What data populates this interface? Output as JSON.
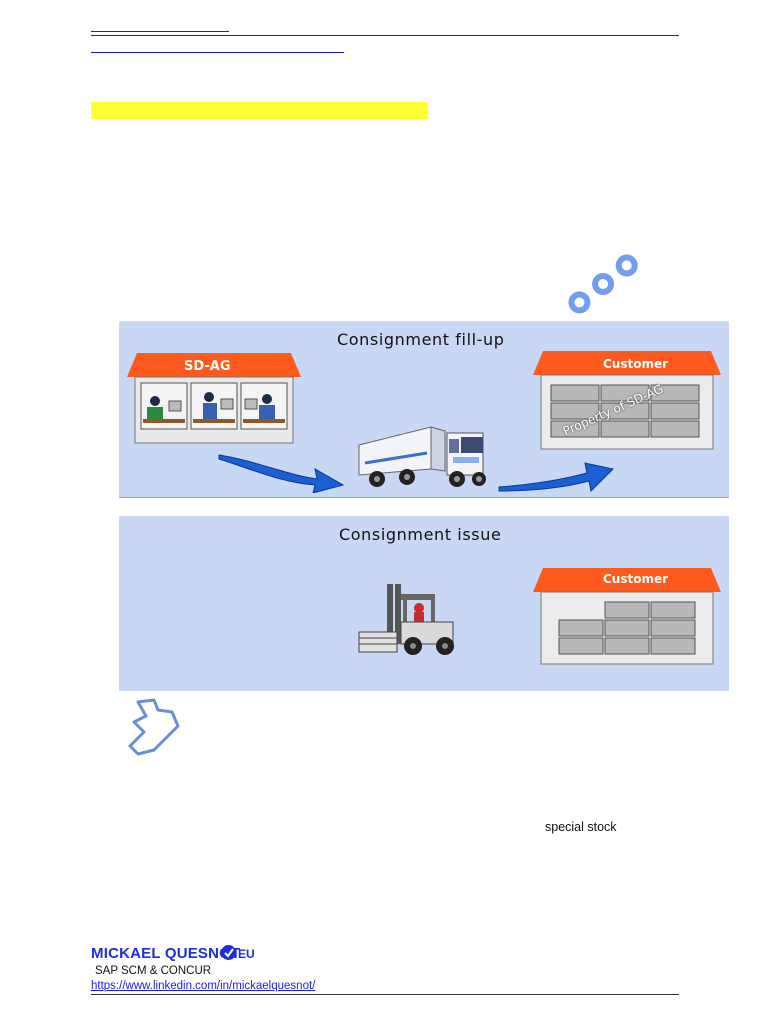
{
  "panels": {
    "fillup_title": "Consignment fill-up",
    "issue_title": "Consignment issue"
  },
  "store": {
    "sign": "SD-AG"
  },
  "customer": {
    "sign": "Customer"
  },
  "watermark": {
    "stock_overlay": "Property of SD-AG"
  },
  "body": {
    "special_stock": "special stock"
  },
  "footer": {
    "brand": "MICKAEL QUESNOT",
    "brand_suffix": "EU",
    "subtitle": "SAP SCM & CONCUR",
    "link": "https://www.linkedin.com/in/mickaelquesnot/"
  },
  "colors": {
    "panel_bg": "#c8d8f4",
    "roof": "#ff5a1e",
    "arrow": "#1a5fd6",
    "highlight": "#ffff33",
    "brand": "#1f2ed6"
  }
}
